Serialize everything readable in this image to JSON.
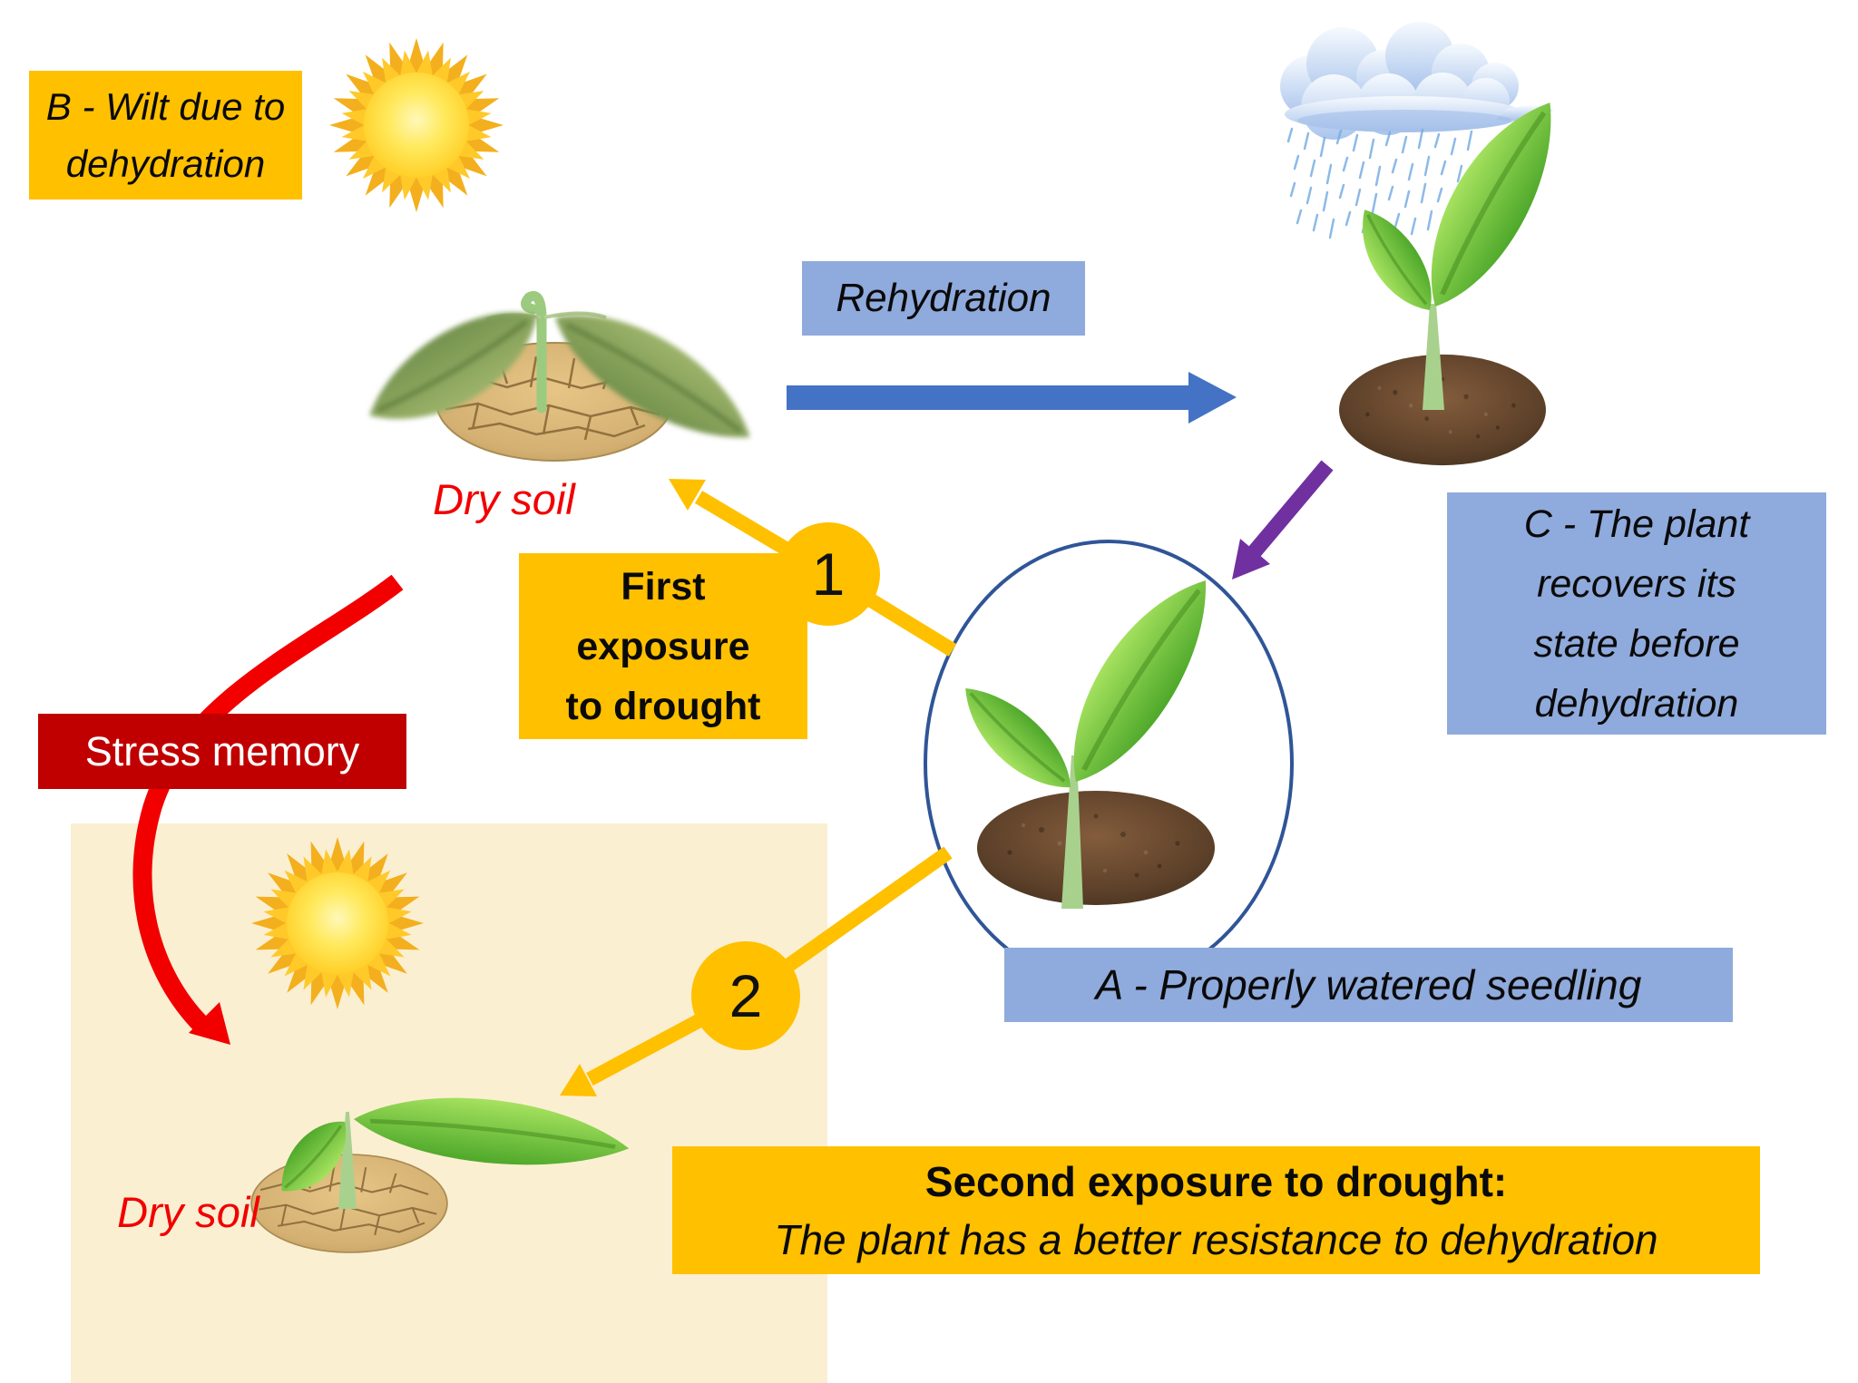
{
  "colors": {
    "gold": "#FFC000",
    "light_blue": "#8FAADC",
    "dark_red_box": "#C00000",
    "red_accent": "#F20000",
    "arrow_blue": "#4472C4",
    "arrow_purple": "#7030A0",
    "seedling_circle_stroke": "#2F5597",
    "panel_cream": "#FBEFD2"
  },
  "stages": {
    "wilt_label": {
      "line1": "B - Wilt due to",
      "line2": "dehydration"
    },
    "watered_label": "A - Properly watered seedling",
    "recovery_label": {
      "line1": "C - The plant",
      "line2": "recovers its",
      "line3": "state before",
      "line4": "dehydration"
    }
  },
  "transitions": {
    "rehydration_label": "Rehydration",
    "stress_memory_label": "Stress memory",
    "first_exposure": {
      "line1": "First",
      "line2": "exposure",
      "line3": "to drought",
      "step": "1"
    },
    "second_exposure": {
      "line1": "Second exposure to drought:",
      "line2": "The plant has a better resistance to dehydration",
      "step": "2"
    }
  },
  "annotations": {
    "dry_soil_top": "Dry soil",
    "dry_soil_bottom": "Dry soil"
  }
}
